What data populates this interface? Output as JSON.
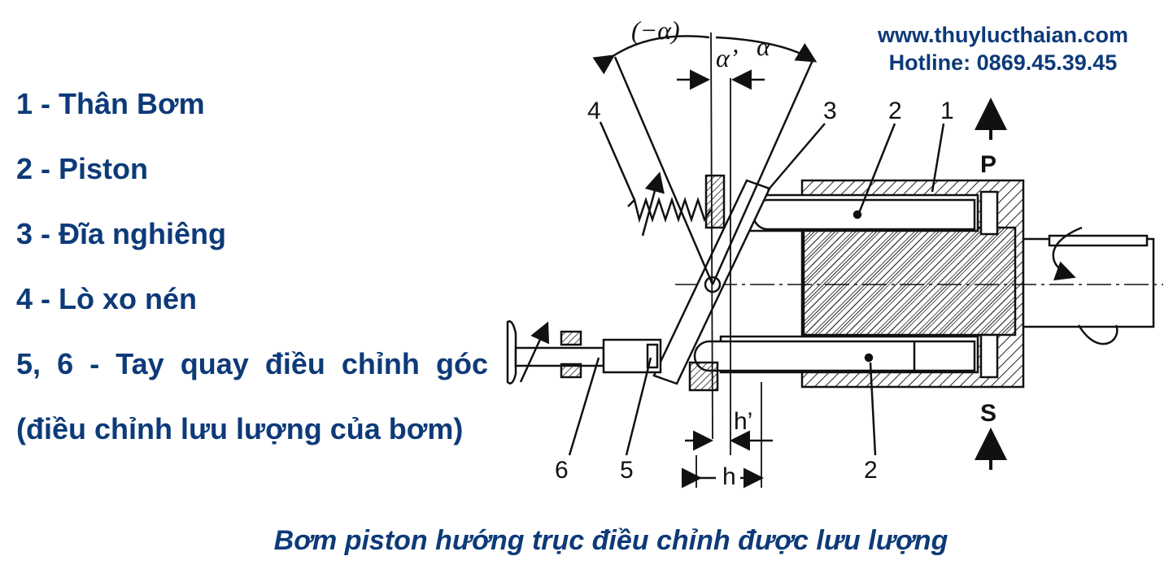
{
  "website": "www.thuylucthaian.com",
  "hotline": "Hotline: 0869.45.39.45",
  "legend": [
    "1 - Thân Bơm",
    "2 - Piston",
    "3 - Đĩa nghiêng",
    "4 - Lò xo nén",
    "5, 6 - Tay quay điều chỉnh góc",
    "(điều chỉnh lưu lượng của bơm)"
  ],
  "diagram": {
    "angle_neg": "(−α)",
    "angle_prime": "α’",
    "angle": "α",
    "label_4": "4",
    "label_3": "3",
    "label_2_top": "2",
    "label_1": "1",
    "port_p": "P",
    "port_s": "S",
    "label_6": "6",
    "label_5": "5",
    "label_2_bottom": "2",
    "stroke_h": "h",
    "stroke_h_prime": "h’"
  },
  "caption": "Bơm piston hướng trục điều chỉnh được lưu lượng"
}
